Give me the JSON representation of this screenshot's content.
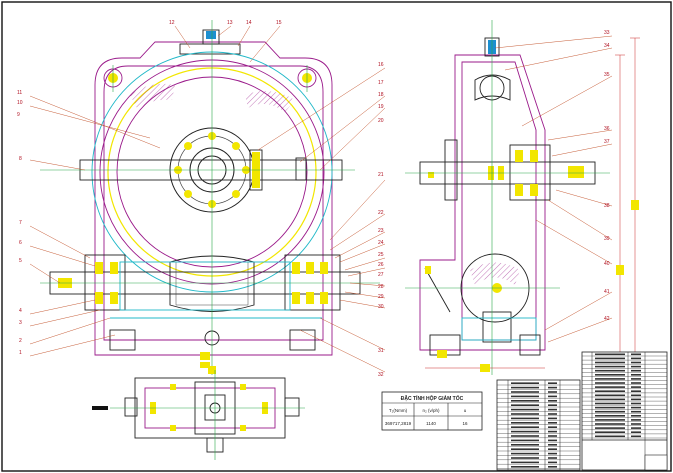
{
  "labels": {
    "front_left": [
      "11",
      "10",
      "9",
      "8",
      "7",
      "6",
      "5",
      "4",
      "3",
      "2",
      "1"
    ],
    "front_top": [
      "12",
      "13",
      "14",
      "15"
    ],
    "front_right": [
      "16",
      "17",
      "18",
      "19",
      "20",
      "21",
      "22",
      "23",
      "24",
      "25",
      "26",
      "27",
      "28",
      "29",
      "30",
      "31",
      "32"
    ],
    "side_right": [
      "33",
      "34",
      "35",
      "36",
      "37",
      "38",
      "39",
      "40",
      "41",
      "42"
    ]
  },
  "spec_table": {
    "title": "ĐẶC TÍNH HỘP GIẢM TỐC",
    "headers": [
      "T₂(Nmm)",
      "n₂ (v/ph)",
      "u"
    ],
    "values": [
      "369717,2819",
      "1140",
      "16"
    ]
  },
  "colors": {
    "outline": "#222222",
    "housing": "#9a1a8a",
    "centerline": "#2ba84a",
    "leader": "#c04a20",
    "label": "#b01020",
    "fill_highlight": "#f2e600",
    "wormwheel": "#20b8c8"
  }
}
